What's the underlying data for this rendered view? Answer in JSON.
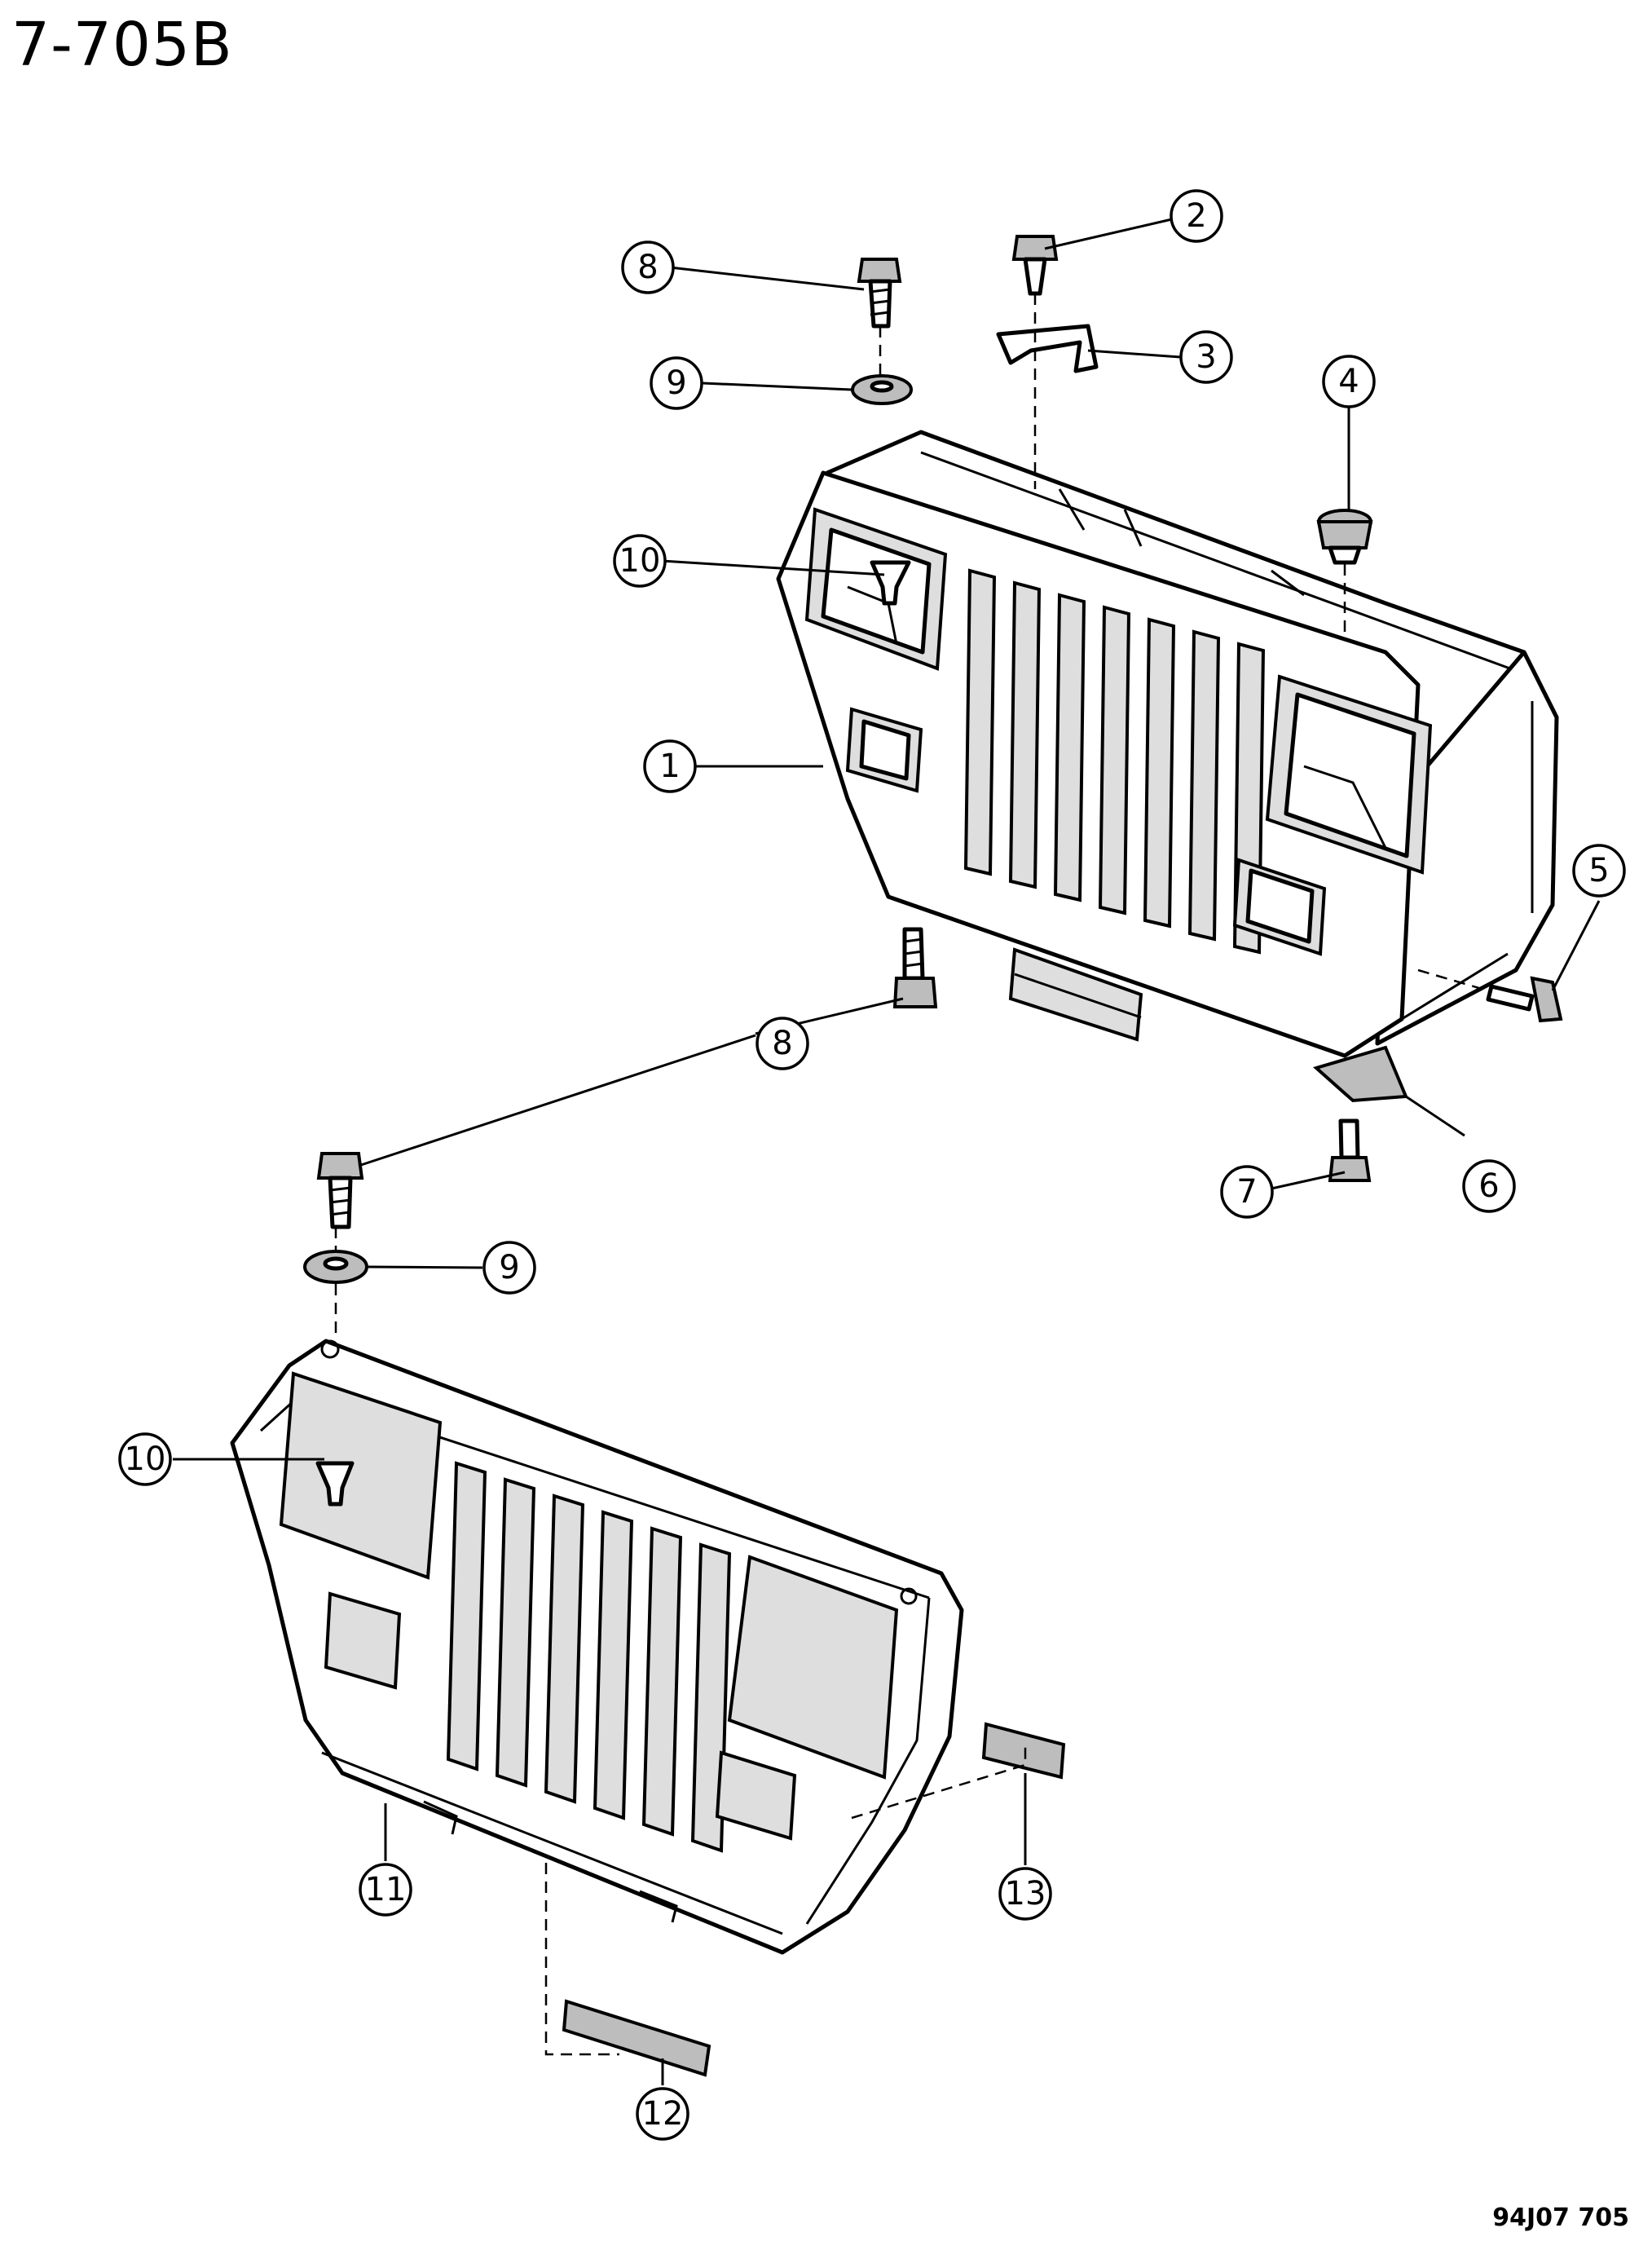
{
  "page": {
    "title": "7-705B",
    "figure_code": "94J07  705"
  },
  "callouts": [
    {
      "id": "c1",
      "label": "1"
    },
    {
      "id": "c2",
      "label": "2"
    },
    {
      "id": "c3",
      "label": "3"
    },
    {
      "id": "c4",
      "label": "4"
    },
    {
      "id": "c5",
      "label": "5"
    },
    {
      "id": "c6",
      "label": "6"
    },
    {
      "id": "c7",
      "label": "7"
    },
    {
      "id": "c8a",
      "label": "8"
    },
    {
      "id": "c8b",
      "label": "8"
    },
    {
      "id": "c9a",
      "label": "9"
    },
    {
      "id": "c9b",
      "label": "9"
    },
    {
      "id": "c10a",
      "label": "10"
    },
    {
      "id": "c10b",
      "label": "10"
    },
    {
      "id": "c11",
      "label": "11"
    },
    {
      "id": "c12",
      "label": "12"
    },
    {
      "id": "c13",
      "label": "13"
    }
  ]
}
